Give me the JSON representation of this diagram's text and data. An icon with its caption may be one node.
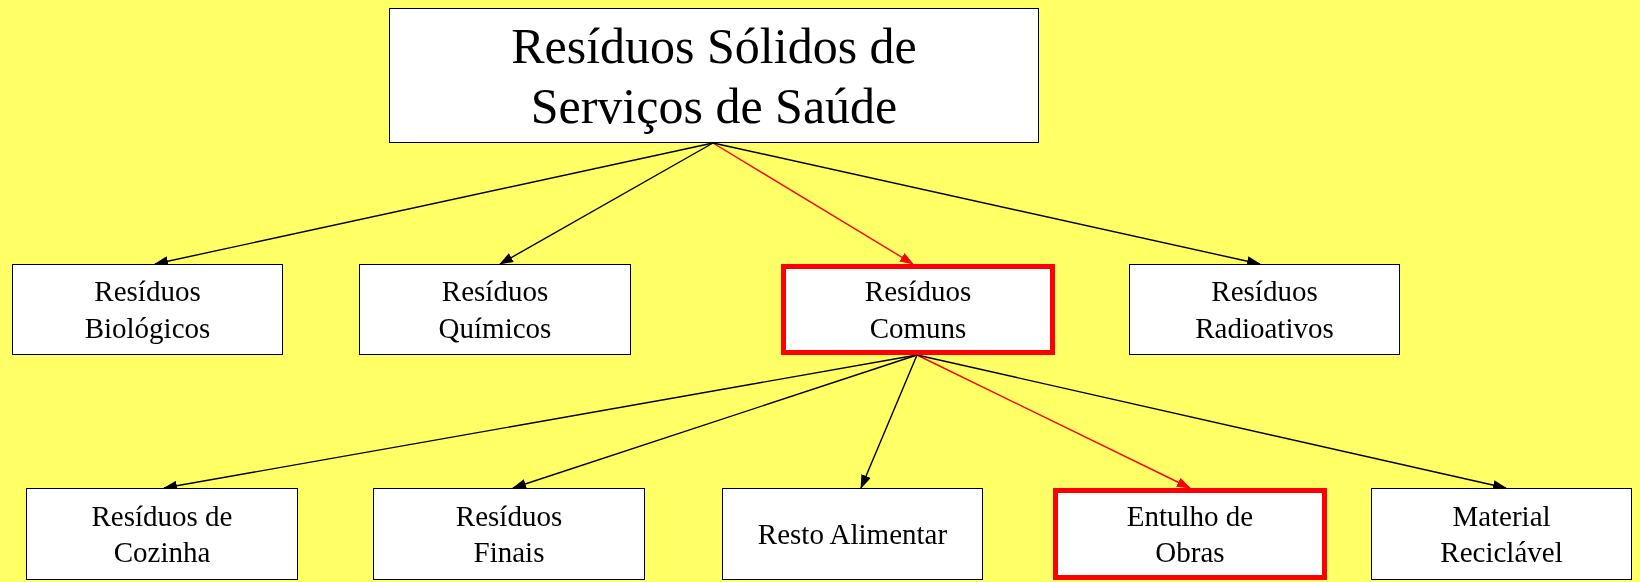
{
  "diagram": {
    "nodes": [
      {
        "text": [
          "Resíduos Sólidos de Serviços de Saúde"
        ]
      },
      {
        "text": [
          "Resíduos Biológicos"
        ]
      },
      {
        "text": [
          "Resíduos Químicos"
        ]
      },
      {
        "text": [
          "Resíduos Comuns"
        ]
      },
      {
        "text": [
          "Resíduos Radioativos"
        ]
      },
      {
        "text": [
          "Resíduos de Cozinha"
        ]
      },
      {
        "text": [
          "Resíduos Finais"
        ]
      },
      {
        "text": [
          "Resto Alimentar"
        ]
      },
      {
        "text": [
          "Entulho de Obras"
        ]
      },
      {
        "text": [
          "Material Reciclável"
        ]
      }
    ],
    "edges": [
      {
        "from": 0,
        "to": 1,
        "arrow": "to"
      },
      {
        "from": 0,
        "to": 2,
        "arrow": "to"
      },
      {
        "from": 0,
        "to": 3,
        "arrow": "to",
        "color": "#ff0000"
      },
      {
        "from": 0,
        "to": 4,
        "arrow": "to"
      },
      {
        "from": 3,
        "to": 5,
        "arrow": "to"
      },
      {
        "from": 3,
        "to": 6,
        "arrow": "to"
      },
      {
        "from": 3,
        "to": 7,
        "arrow": "to"
      },
      {
        "from": 3,
        "to": 8,
        "arrow": "to",
        "color": "#ff0000"
      },
      {
        "from": 3,
        "to": 9,
        "arrow": "to"
      }
    ]
  }
}
